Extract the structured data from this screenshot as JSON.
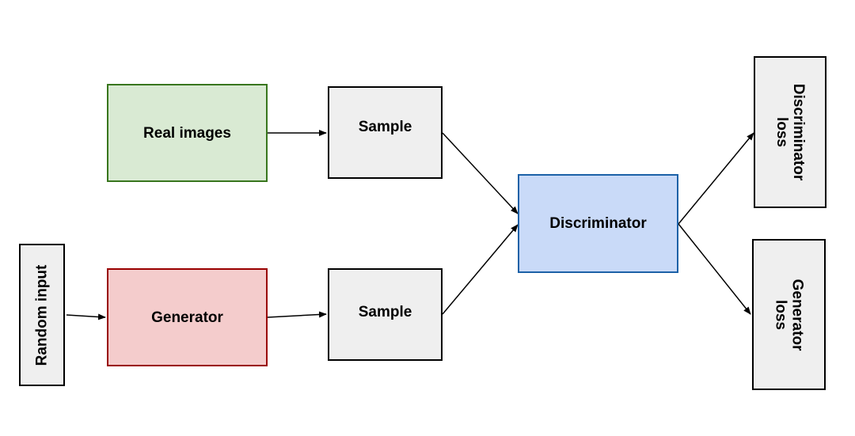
{
  "nodes": {
    "real_images": "Real images",
    "sample_top": "Sample",
    "random_input": "Random input",
    "generator": "Generator",
    "sample_bottom": "Sample",
    "discriminator": "Discriminator",
    "discriminator_loss_line1": "Discriminator",
    "discriminator_loss_line2": "loss",
    "generator_loss_line1": "Generator",
    "generator_loss_line2": "loss"
  },
  "colors": {
    "real_images_fill": "#d9ead3",
    "real_images_border": "#38761d",
    "generator_fill": "#f4cccc",
    "generator_border": "#990000",
    "discriminator_fill": "#c9daf8",
    "discriminator_border": "#1c61a7",
    "neutral_fill": "#efefef",
    "edge": "#000000"
  },
  "edges": [
    {
      "from": "real_images",
      "to": "sample_top"
    },
    {
      "from": "random_input",
      "to": "generator"
    },
    {
      "from": "generator",
      "to": "sample_bottom"
    },
    {
      "from": "sample_top",
      "to": "discriminator"
    },
    {
      "from": "sample_bottom",
      "to": "discriminator"
    },
    {
      "from": "discriminator",
      "to": "discriminator_loss"
    },
    {
      "from": "discriminator",
      "to": "generator_loss"
    }
  ]
}
